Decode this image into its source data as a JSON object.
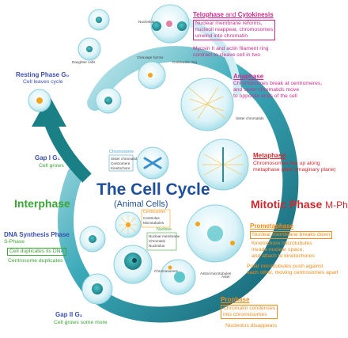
{
  "title": "The Cell Cycle",
  "subtitle": "(Animal Cells)",
  "interphase_label": "Interphase",
  "mitotic_label_main": "Mitotic Phase",
  "mitotic_label_sub": "M-Phase",
  "resting": {
    "heading": "Resting Phase G₀",
    "desc": "Cell leaves cycle"
  },
  "gap1": {
    "heading": "Gap I G₁",
    "desc": "Cell grows"
  },
  "synthesis": {
    "heading": "DNA Synthesis Phase",
    "sub": "S-Phase",
    "desc1": "Cell duplicates its DNA",
    "desc2": "Centrosome duplicates"
  },
  "gap2": {
    "heading": "Gap II G₂",
    "desc": "Cell grows some more"
  },
  "telophase": {
    "heading_a": "Telophase",
    "heading_and": " and ",
    "heading_b": "Cytokinesis",
    "desc1": [
      "Nuclear membrane reforms,",
      "nucleoli reappear, chromosomes",
      "unwind into chromatin"
    ],
    "desc2": [
      "Myosin II and actin filament ring",
      "contract to cleave cell in two"
    ]
  },
  "anaphase": {
    "heading": "Anaphase",
    "desc": [
      "Chromosomes break at centromeres,",
      "and sister chromatids move",
      "to opposite ends of the cell"
    ]
  },
  "metaphase": {
    "heading": "Metaphase",
    "desc": [
      "Chromosomes line up along",
      "metaphase plate (imaginary plane)"
    ]
  },
  "prometaphase": {
    "heading": "Prometaphase",
    "desc1": "Nuclear membrane breaks down",
    "desc2": [
      "Kinetochore microtubules",
      "invade nuclear space,",
      "and attach to kinetochores"
    ],
    "desc3": [
      "Polar microtubules push against",
      "each other, moving centrosomes apart"
    ]
  },
  "prophase": {
    "heading": "Prophase",
    "desc1": [
      "Chromatin condenses",
      "into chromosomes"
    ],
    "desc2": "Nucleolus disappears"
  },
  "small_labels": {
    "nucleolus_top": "Nucleolus",
    "cleavage_furrow": "Cleavage furrow",
    "contractile_ring": "Contractile ring",
    "daughter_cells": "Daughter cells",
    "sister_chromatids": "Sister chromatids",
    "chromosome": "Chromosome",
    "sister_chromatid": "Sister chromatid",
    "centromere": "Centromere",
    "kinetochore": "Kinetochore",
    "centrosome": "Centrosome",
    "centrioles": "Centrioles",
    "microtubules": "Microtubules",
    "nucleus": "Nucleus",
    "nuclear_membrane": "Nuclear membrane",
    "chromatin": "Chromatin",
    "nucleolus": "Nucleolus",
    "chromosomes": "Chromosomes",
    "aster": "Aster",
    "astral_microtubules": "Astral microtubules"
  },
  "colors": {
    "interphase": "#3aa535",
    "mitotic": "#d0282e",
    "title": "#1f4e9a",
    "resting": "#3a4fb0",
    "telophase": "#d0288d",
    "prophase": "#f28c1b",
    "ring_dark": "#1e7b8c",
    "ring_light": "#bfe8ef"
  }
}
